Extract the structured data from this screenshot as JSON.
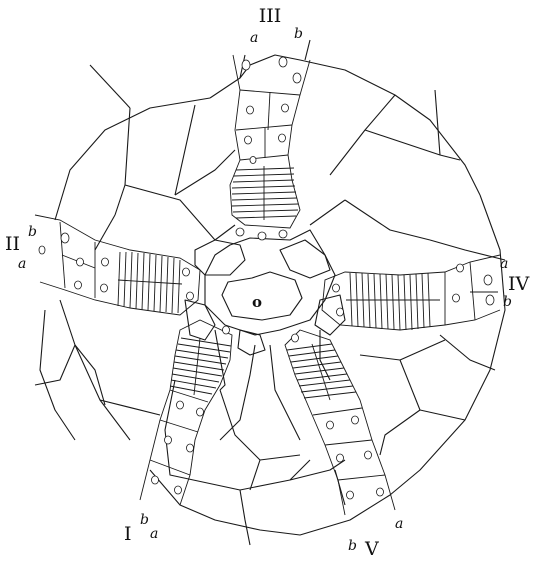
{
  "figure": {
    "center_label": "o",
    "arms": [
      {
        "id": "I",
        "numeral": "I",
        "left": "b",
        "right": "a"
      },
      {
        "id": "II",
        "numeral": "II",
        "left": "b",
        "right": "a"
      },
      {
        "id": "III",
        "numeral": "III",
        "left": "a",
        "right": "b"
      },
      {
        "id": "IV",
        "numeral": "IV",
        "left": "a",
        "right": "b"
      },
      {
        "id": "V",
        "numeral": "V",
        "left": "b",
        "right": "a"
      }
    ]
  }
}
